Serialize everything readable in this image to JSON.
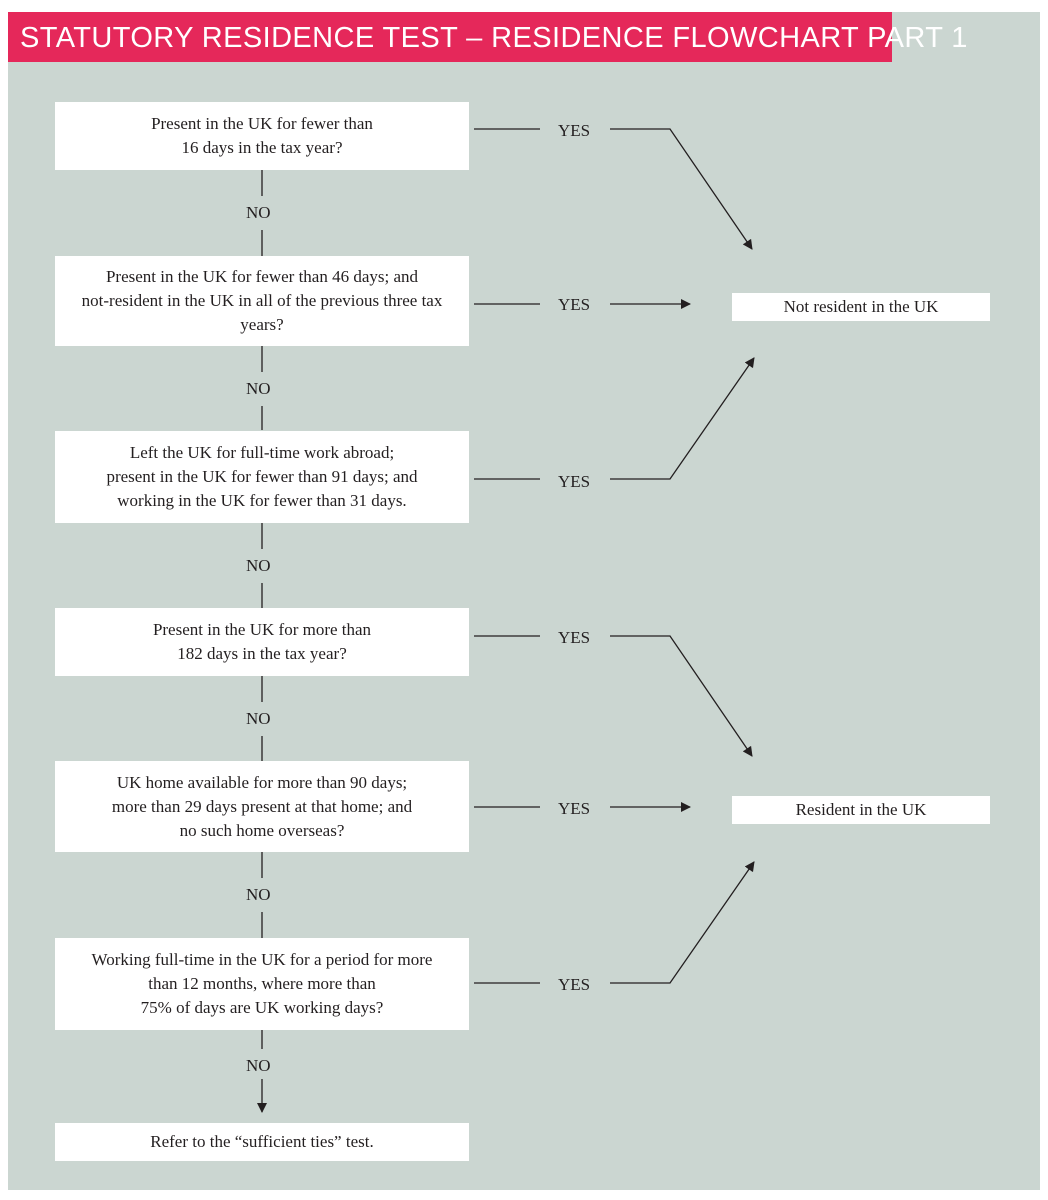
{
  "title": "STATUTORY RESIDENCE TEST – RESIDENCE FLOWCHART PART 1",
  "questions": [
    {
      "lines": [
        "Present in the UK for fewer than",
        "16 days in the tax year?"
      ]
    },
    {
      "lines": [
        "Present in the UK for fewer than 46 days; and",
        "not-resident in the UK in all of the previous three tax",
        "years?"
      ]
    },
    {
      "lines": [
        "Left the UK for full-time work abroad;",
        "present in the UK for fewer than 91 days; and",
        "working in the UK for fewer than 31 days."
      ]
    },
    {
      "lines": [
        "Present in the UK for more than",
        "182 days in the tax year?"
      ]
    },
    {
      "lines": [
        "UK home available for more than 90 days;",
        "more than 29 days present at that home; and",
        "no such home overseas?"
      ]
    },
    {
      "lines": [
        "Working full-time in the UK  for a period for more",
        "than 12 months, where more than",
        "75% of days are UK working days?"
      ]
    }
  ],
  "final_step": "Refer to the “sufficient ties” test.",
  "yes_label": "YES",
  "no_label": "NO",
  "outcomes": {
    "not_resident": "Not resident in the UK",
    "resident": "Resident in the UK"
  }
}
